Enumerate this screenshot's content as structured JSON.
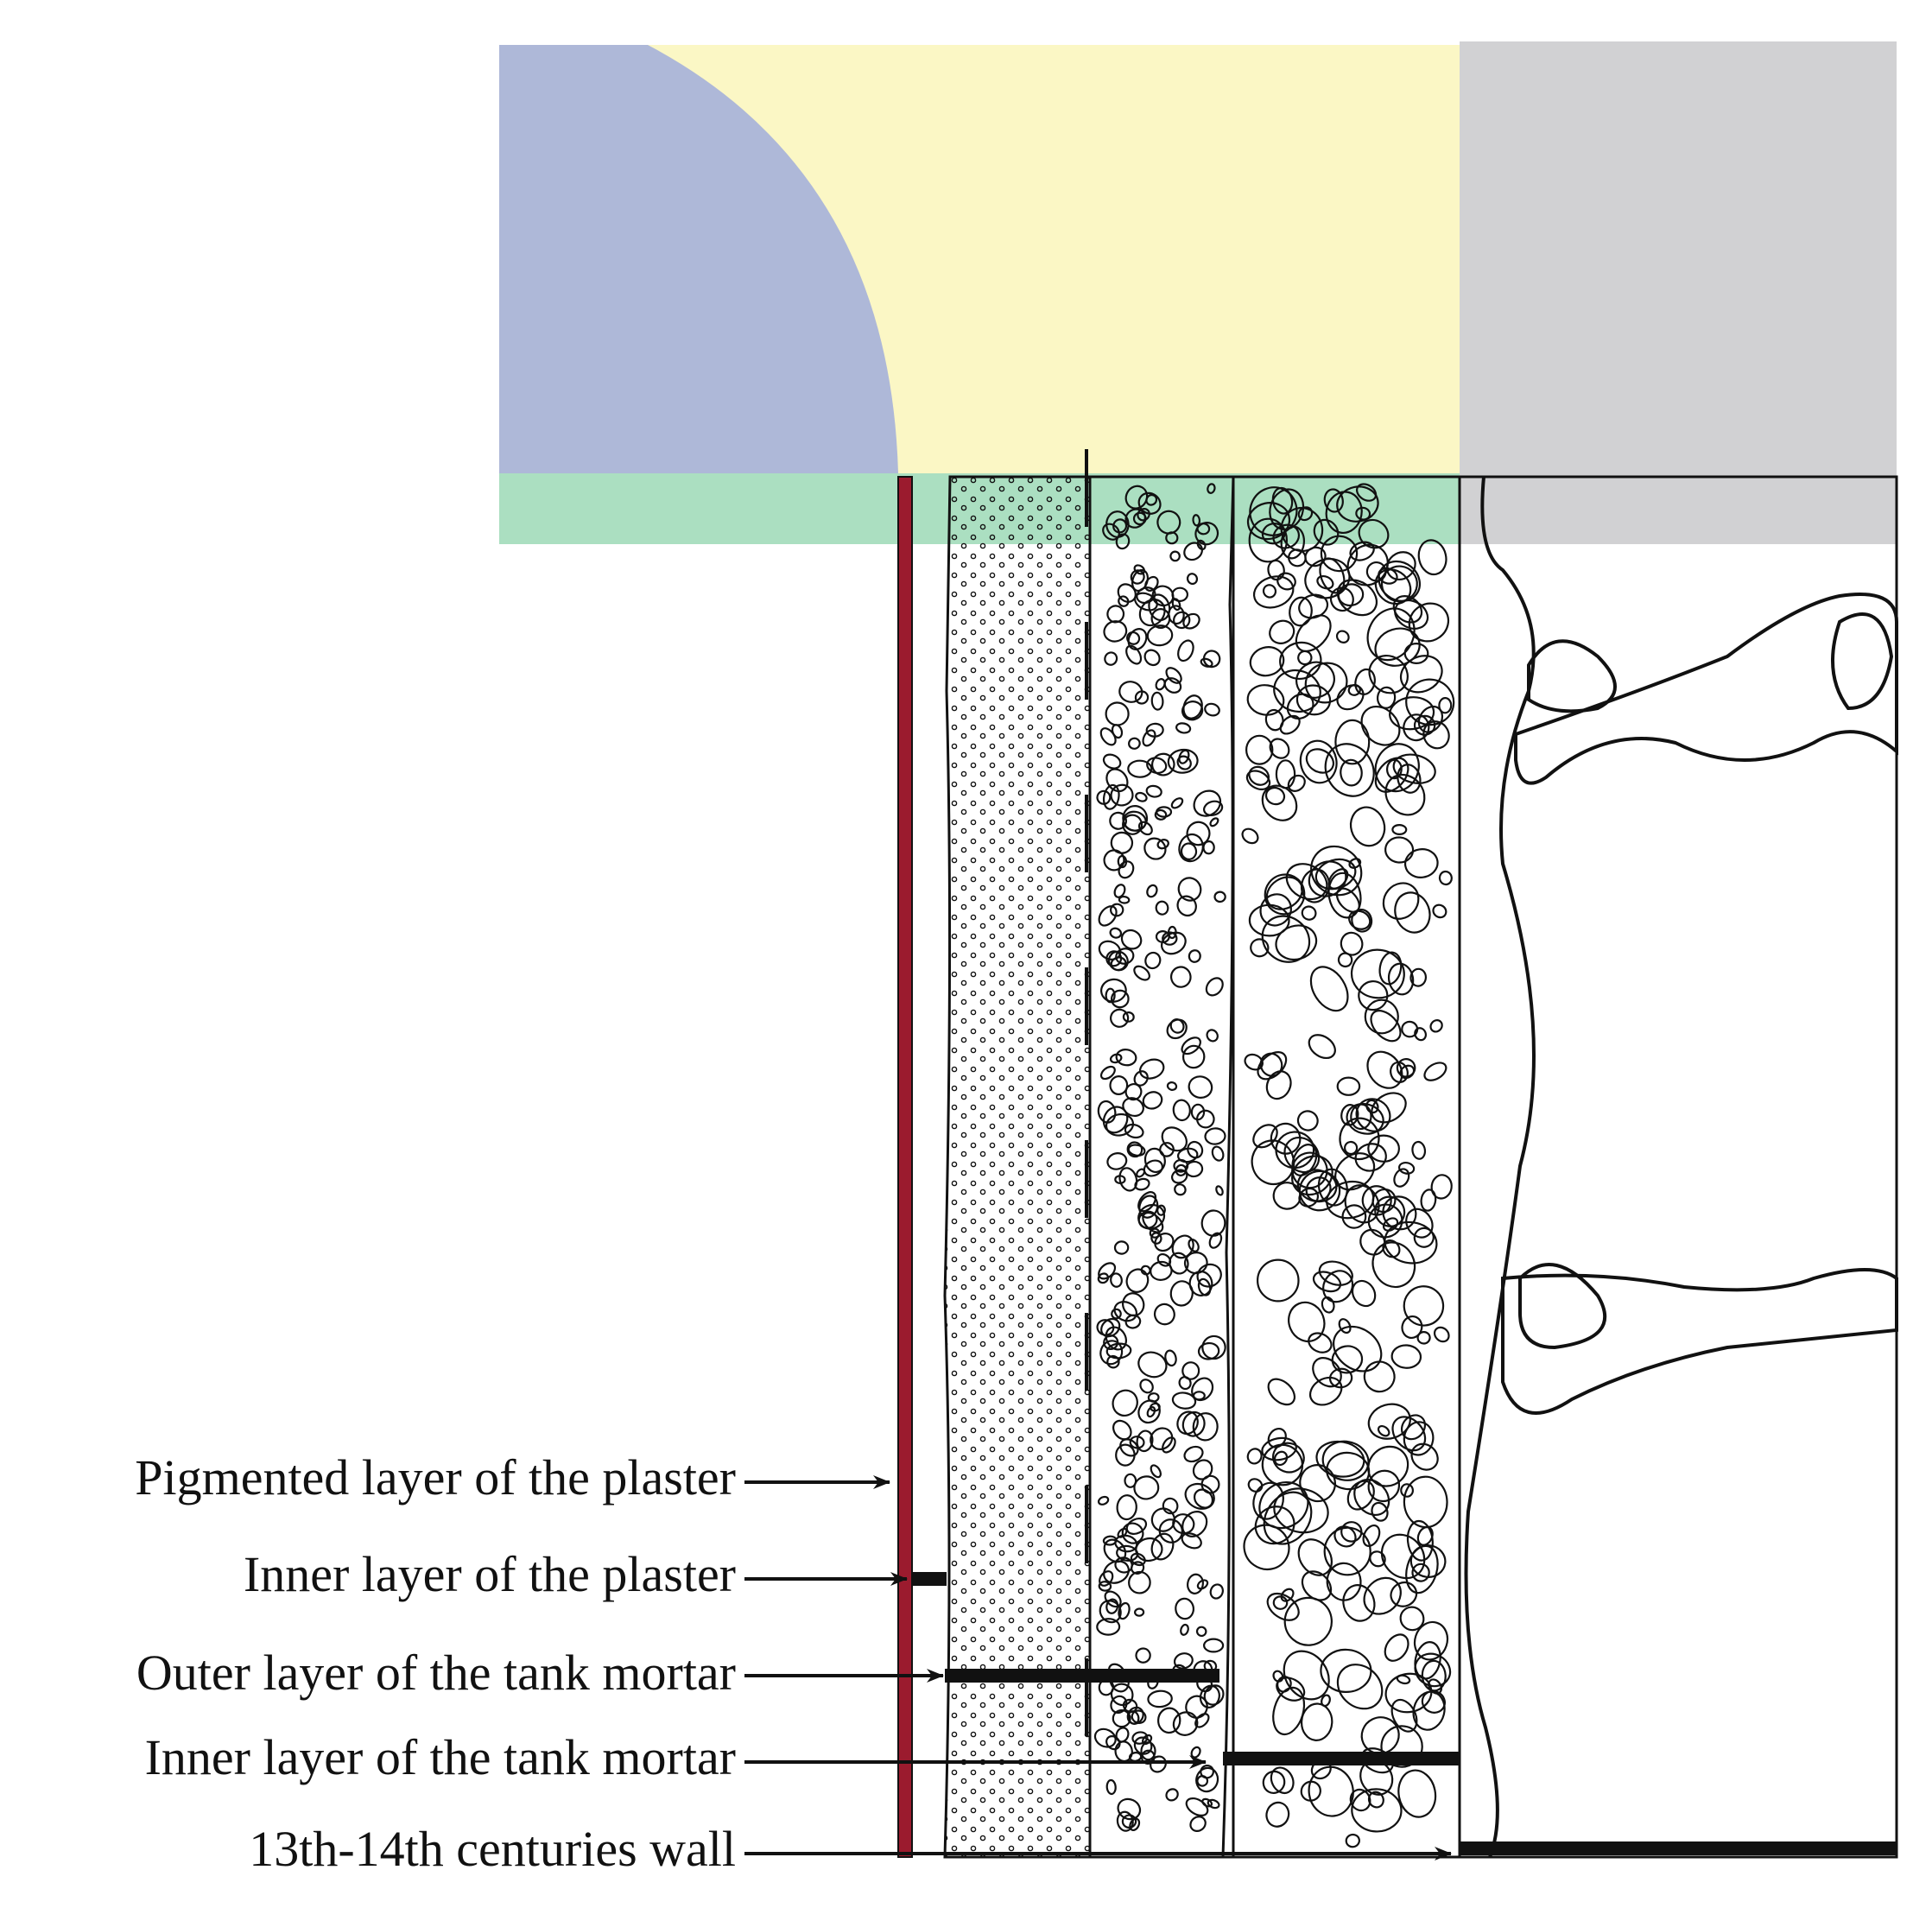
{
  "labels": [
    "Pigmented layer of the plaster",
    "Inner layer of the plaster",
    "Outer layer of the tank mortar",
    "Inner layer of the tank mortar",
    "13th-14th centuries wall"
  ],
  "colors": {
    "zone_blue": "#aeb8d8",
    "zone_yellow": "#fbf7c5",
    "zone_gray": "#d1d1d3",
    "zone_green": "#a4dcc0",
    "pigment_red": "#9b1b2e",
    "ink": "#111111"
  }
}
